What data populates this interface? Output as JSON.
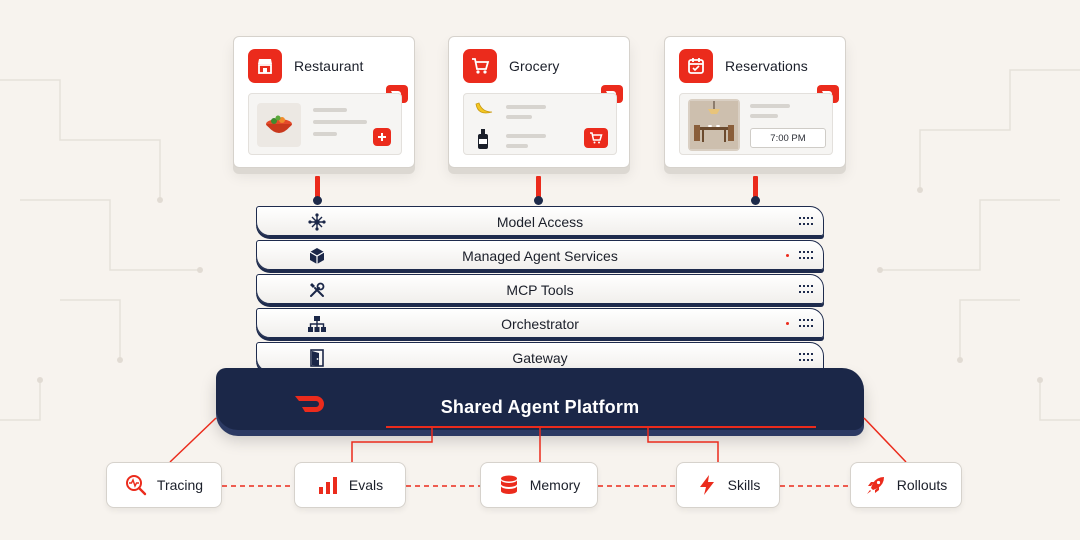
{
  "colors": {
    "accent": "#eb2b1c",
    "navy": "#1b2748",
    "background": "#f7f3ee",
    "card": "#ffffff"
  },
  "apps": [
    {
      "title": "Restaurant",
      "icon": "storefront-icon",
      "action_icon": "plus-icon"
    },
    {
      "title": "Grocery",
      "icon": "shopping-cart-icon",
      "action_icon": "cart-icon",
      "items": [
        "banana-icon",
        "bottle-icon"
      ]
    },
    {
      "title": "Reservations",
      "icon": "calendar-icon",
      "time": "7:00 PM"
    }
  ],
  "stack": {
    "layers": [
      {
        "label": "Model Access",
        "icon": "network-icon"
      },
      {
        "label": "Managed Agent Services",
        "icon": "cube-icon"
      },
      {
        "label": "MCP Tools",
        "icon": "tools-icon"
      },
      {
        "label": "Orchestrator",
        "icon": "hierarchy-icon"
      },
      {
        "label": "Gateway",
        "icon": "door-icon"
      }
    ],
    "platform": {
      "label": "Shared Agent Platform",
      "icon": "doordash-logo"
    }
  },
  "services": [
    {
      "label": "Tracing",
      "icon": "magnifier-pulse-icon"
    },
    {
      "label": "Evals",
      "icon": "bar-chart-icon"
    },
    {
      "label": "Memory",
      "icon": "database-icon"
    },
    {
      "label": "Skills",
      "icon": "lightning-icon"
    },
    {
      "label": "Rollouts",
      "icon": "rocket-icon"
    }
  ]
}
